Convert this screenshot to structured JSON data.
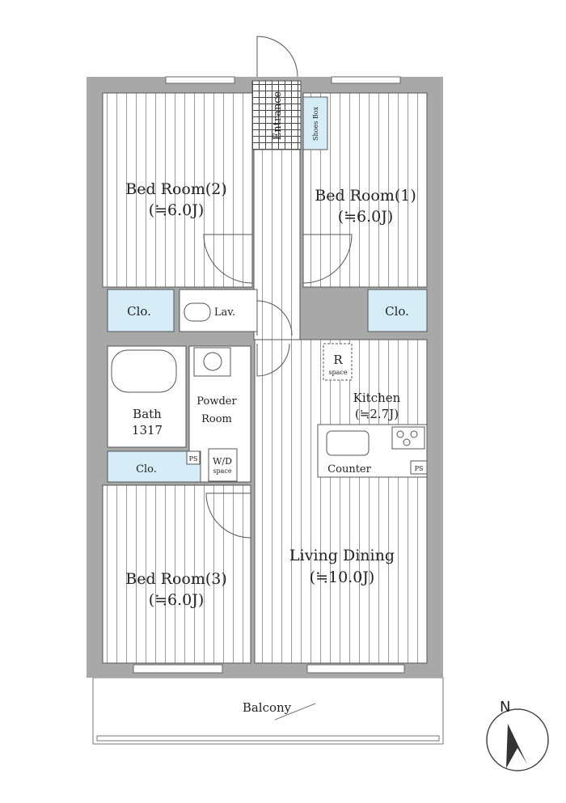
{
  "rooms": {
    "bedroom2": {
      "name": "Bed Room(2)",
      "size": "(≒6.0J)"
    },
    "bedroom1": {
      "name": "Bed Room(1)",
      "size": "(≒6.0J)"
    },
    "bedroom3": {
      "name": "Bed Room(3)",
      "size": "(≒6.0J)"
    },
    "living": {
      "name": "Living Dining",
      "size": "(≒10.0J)"
    },
    "kitchen": {
      "name": "Kitchen",
      "size": "(≒2.7J)"
    },
    "entrance": "Entrance",
    "shoes_box": "Shoes Box",
    "clo_left": "Clo.",
    "clo_right": "Clo.",
    "clo_lower": "Clo.",
    "lav": "Lav.",
    "bath": {
      "name": "Bath",
      "size": "1317"
    },
    "powder": {
      "line1": "Powder",
      "line2": "Room"
    },
    "wd": {
      "name": "W/D",
      "sub": "space"
    },
    "ps1": "PS",
    "ps2": "PS",
    "fridge": {
      "name": "R",
      "sub": "space"
    },
    "counter": "Counter",
    "balcony": "Balcony"
  },
  "compass": "N",
  "colors": {
    "wall": "#a8a8a8",
    "closet": "#d6ecf7",
    "line": "#555555"
  }
}
